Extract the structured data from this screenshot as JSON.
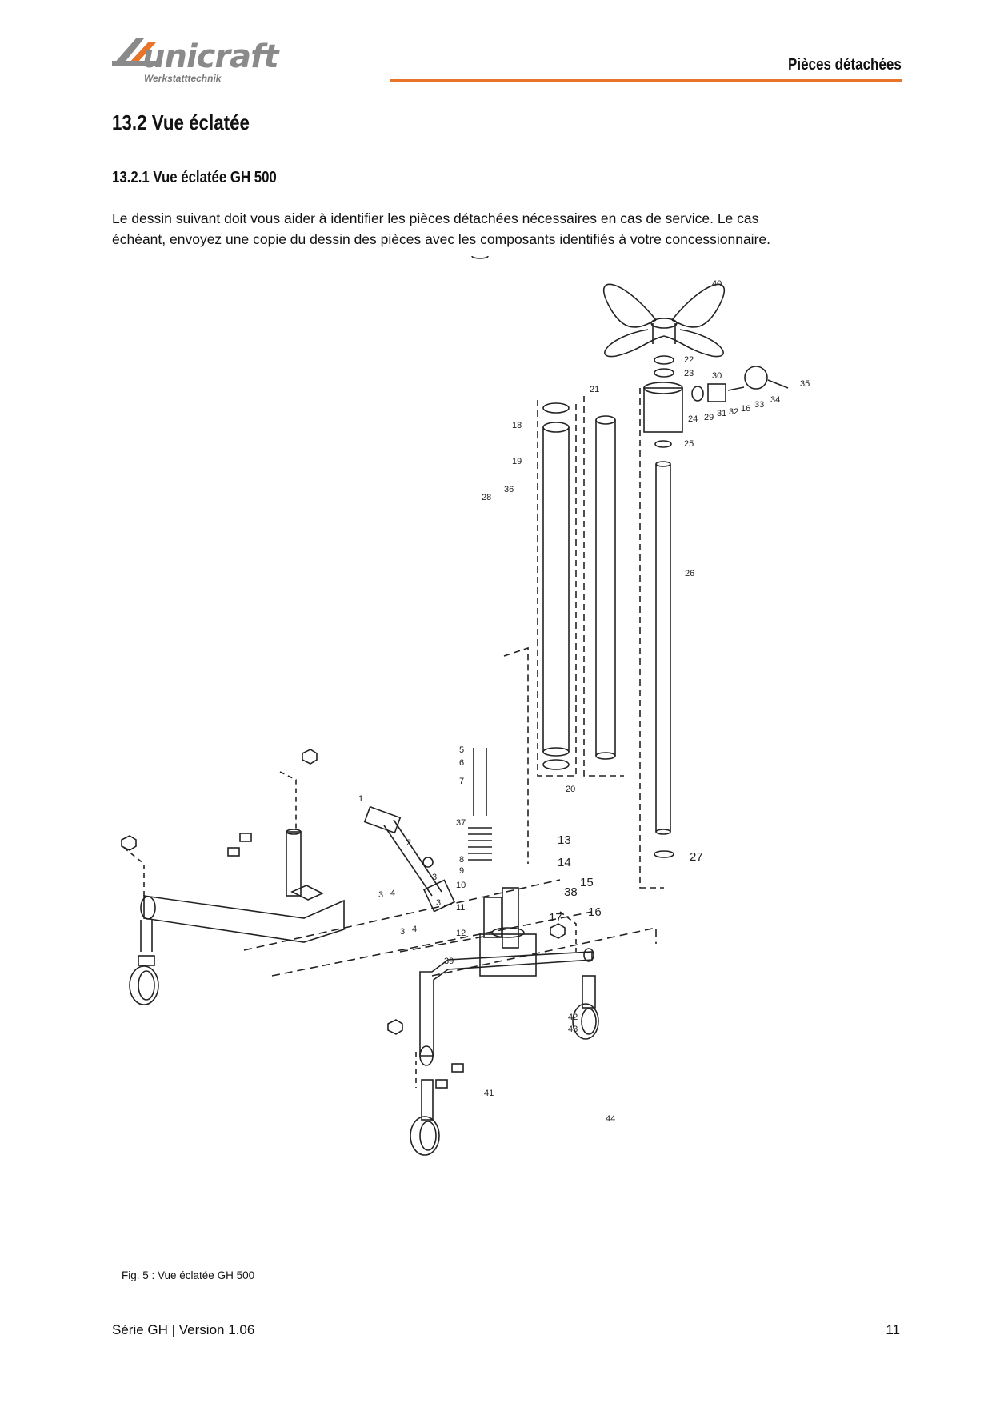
{
  "header": {
    "logo_text": "unicraft",
    "logo_subtitle": "Werkstatttechnik",
    "section_title": "Pièces détachées",
    "accent_color": "#e8742a"
  },
  "heading": "13.2 Vue éclatée",
  "subheading": "13.2.1 Vue éclatée GH 500",
  "paragraph": {
    "line1": "Le dessin suivant doit vous aider à identifier les pièces détachées nécessaires en cas de service. Le cas",
    "line2": "échéant, envoyez une copie du dessin des pièces avec les composants identifiés à votre concessionnaire."
  },
  "figure": {
    "part_labels": [
      "1",
      "2",
      "3",
      "4",
      "5",
      "6",
      "7",
      "8",
      "9",
      "10",
      "11",
      "12",
      "13",
      "14",
      "15",
      "16",
      "17",
      "18",
      "19",
      "20",
      "21",
      "22",
      "23",
      "24",
      "25",
      "26",
      "27",
      "28",
      "29",
      "30",
      "31",
      "32",
      "33",
      "34",
      "35",
      "36",
      "37",
      "38",
      "39",
      "40",
      "41",
      "42",
      "43",
      "44"
    ],
    "caption": "Fig. 5 : Vue éclatée GH 500"
  },
  "footer": {
    "left": "Série GH | Version 1.06",
    "page_number": "11"
  }
}
